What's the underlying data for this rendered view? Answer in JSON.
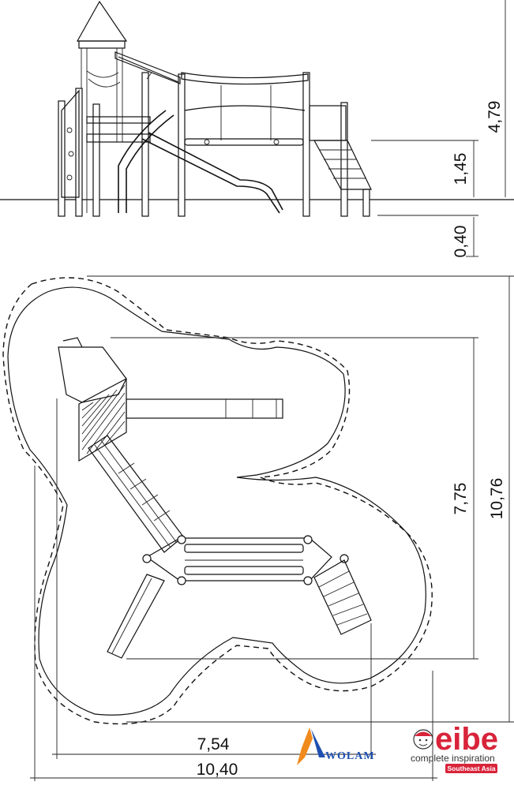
{
  "dimensions": {
    "height_total": "4,79",
    "platform_height": "1,45",
    "foundation_depth": "0,40",
    "plan_depth_inner": "7,75",
    "plan_depth_outer": "10,76",
    "plan_width_inner": "7,54",
    "plan_width_outer": "10,40"
  },
  "logos": {
    "wolam": "WOLAM",
    "eibe": "eibe",
    "eibe_tagline": "complete inspiration",
    "eibe_region": "Southeast Asia"
  },
  "colors": {
    "line": "#111111",
    "eibe_red": "#d8243a",
    "wolam_blue": "#1e4fb0",
    "wolam_orange": "#f08a1c"
  }
}
